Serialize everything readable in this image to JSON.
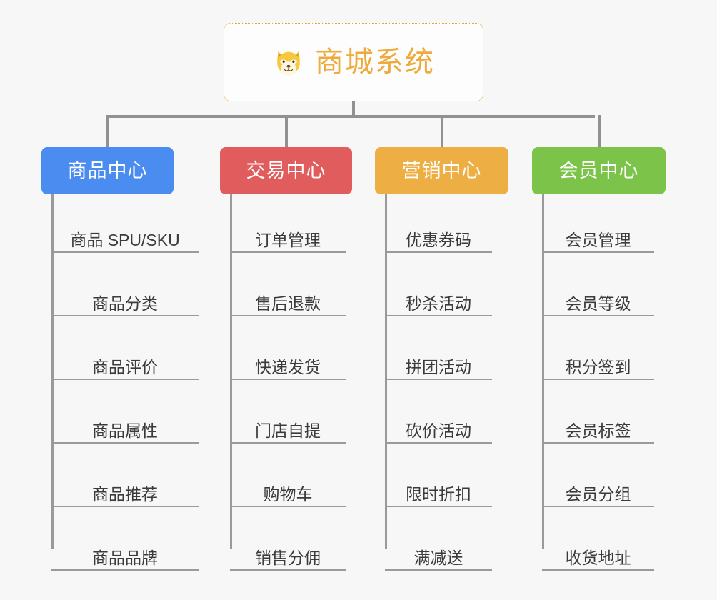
{
  "page": {
    "background": "#f7f7f7",
    "line_color": "#919191"
  },
  "root": {
    "title": "商城系统",
    "icon": "shiba-dog-emoji",
    "border_color": "#e8a33d",
    "text_color": "#eeab3c"
  },
  "branches": [
    {
      "id": "product-center",
      "label": "商品中心",
      "color": "#4a8cf0",
      "items": [
        "商品 SPU/SKU",
        "商品分类",
        "商品评价",
        "商品属性",
        "商品推荐",
        "商品品牌"
      ]
    },
    {
      "id": "trade-center",
      "label": "交易中心",
      "color": "#e15c5c",
      "items": [
        "订单管理",
        "售后退款",
        "快递发货",
        "门店自提",
        "购物车",
        "销售分佣"
      ]
    },
    {
      "id": "marketing-center",
      "label": "营销中心",
      "color": "#edaf43",
      "items": [
        "优惠券码",
        "秒杀活动",
        "拼团活动",
        "砍价活动",
        "限时折扣",
        "满减送"
      ]
    },
    {
      "id": "member-center",
      "label": "会员中心",
      "color": "#7cc34a",
      "items": [
        "会员管理",
        "会员等级",
        "积分签到",
        "会员标签",
        "会员分组",
        "收货地址"
      ]
    }
  ]
}
